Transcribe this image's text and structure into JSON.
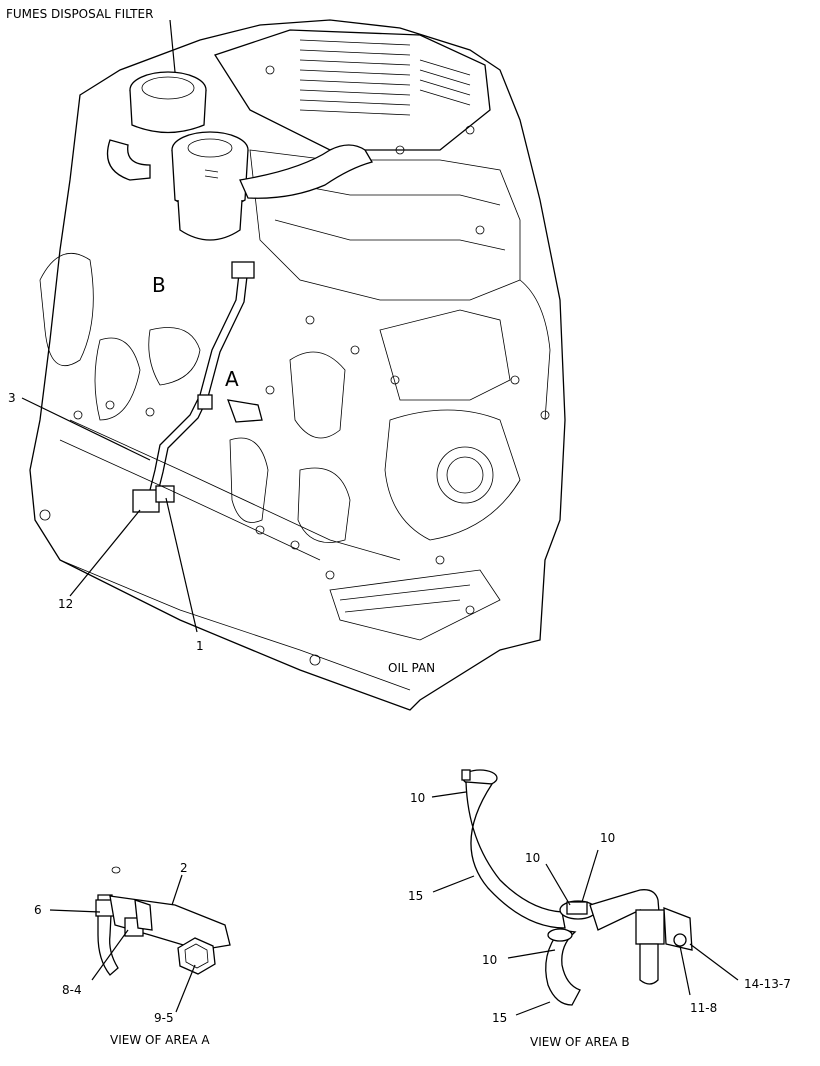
{
  "labels": {
    "fumes_disposal_filter": "FUMES DISPOSAL FILTER",
    "area_a": "A",
    "area_b": "B",
    "oil_pan": "OIL PAN",
    "callout_3": "3",
    "callout_12": "12",
    "callout_1": "1",
    "view_a": {
      "title": "VIEW OF AREA  A",
      "callout_2": "2",
      "callout_6": "6",
      "callout_8_4": "8-4",
      "callout_9_5": "9-5"
    },
    "view_b": {
      "title": "VIEW OF AREA  B",
      "callout_10_top": "10",
      "callout_10_mid_left": "10",
      "callout_10_mid_right": "10",
      "callout_10_lower": "10",
      "callout_15_upper": "15",
      "callout_15_lower": "15",
      "callout_11_8": "11-8",
      "callout_14_13_7": "14-13-7"
    }
  }
}
